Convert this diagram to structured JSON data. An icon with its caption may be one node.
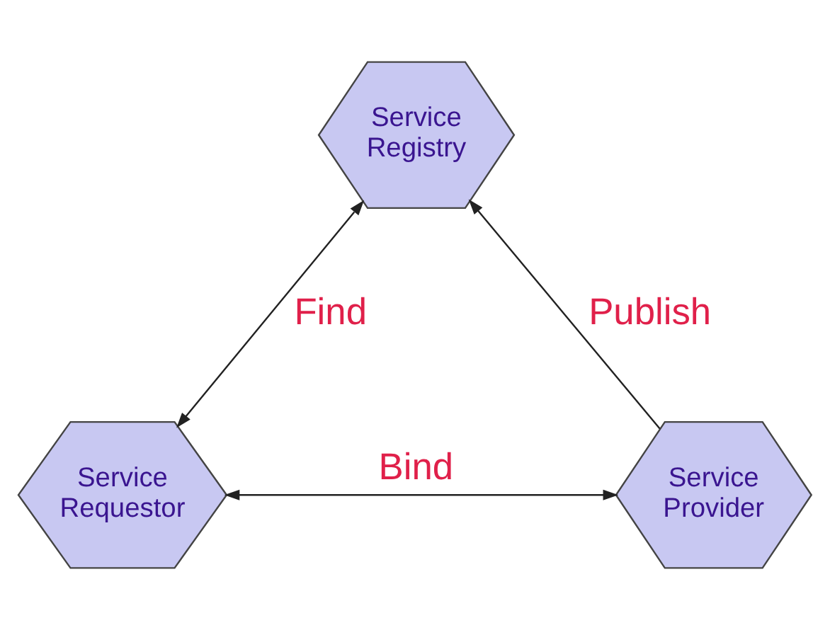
{
  "diagram": {
    "nodes": [
      {
        "text": [
          "Service Registry"
        ]
      },
      {
        "text": [
          "Service Requestor"
        ]
      },
      {
        "text": [
          "Service Provider"
        ]
      }
    ],
    "edges": [
      {
        "from": 1,
        "to": 0,
        "arrow": "both",
        "label": "Find"
      },
      {
        "from": 2,
        "to": 0,
        "arrow": "to",
        "label": "Publish"
      },
      {
        "from": 1,
        "to": 2,
        "arrow": "both",
        "label": "Bind"
      }
    ]
  }
}
